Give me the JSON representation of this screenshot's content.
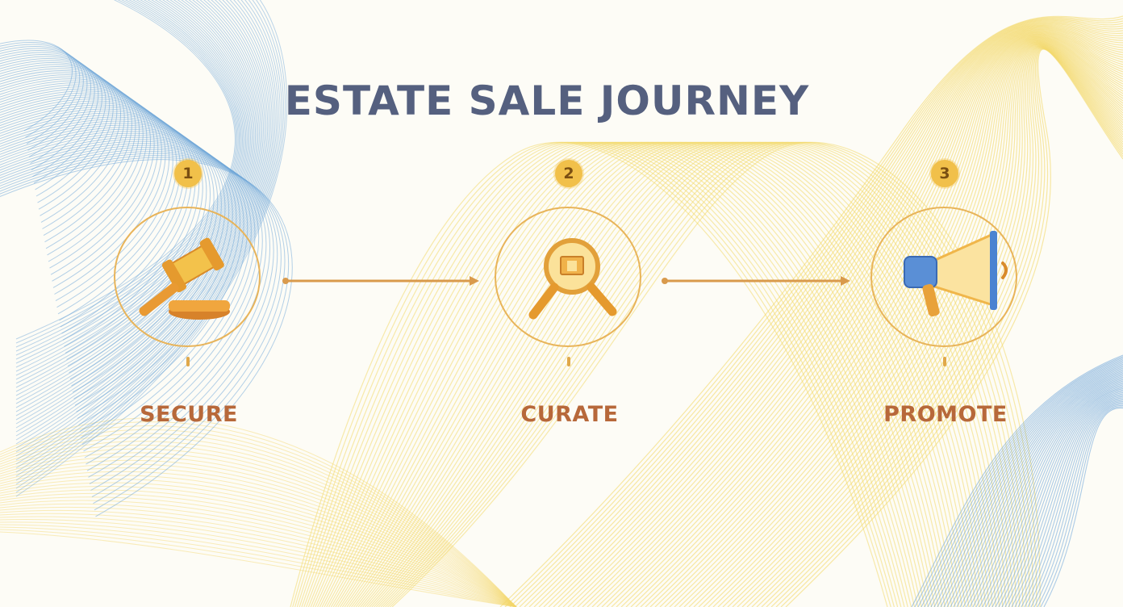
{
  "title": "ESTATE SALE JOURNEY",
  "colors": {
    "title": "#55607f",
    "accent_gold": "#f1c04a",
    "ring": "#e8b45a",
    "label": "#b7683a",
    "arrow": "#d99a4c",
    "blue_wave": "#6aa3d8",
    "yellow_wave": "#f3d86a"
  },
  "steps": [
    {
      "number": "1",
      "label": "SECURE",
      "icon": "gavel-icon"
    },
    {
      "number": "2",
      "label": "CURATE",
      "icon": "magnifier-icon"
    },
    {
      "number": "3",
      "label": "PROMOTE",
      "icon": "megaphone-icon"
    }
  ]
}
